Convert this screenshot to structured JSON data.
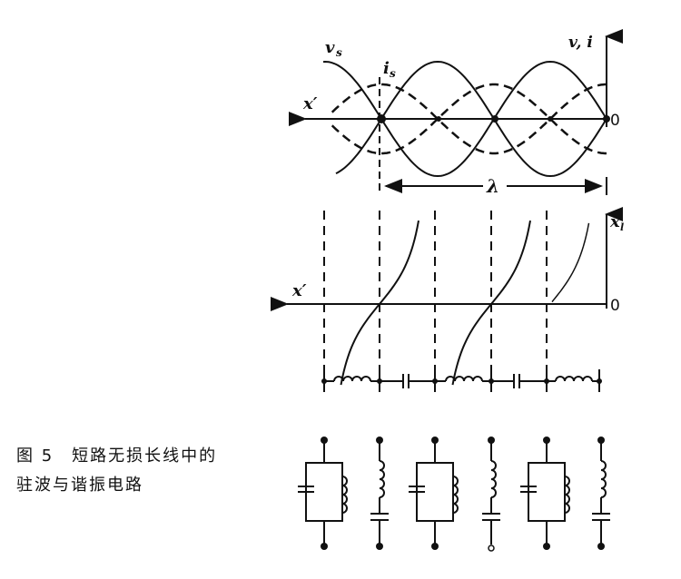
{
  "figure": {
    "caption_line1": "图 5　短路无损长线中的",
    "caption_line2": "驻波与谐振电路",
    "top_plot": {
      "label_vs": "v",
      "label_vs_sub": "s",
      "label_is": "i",
      "label_is_sub": "s",
      "label_x_prime": "x′",
      "label_vi": "v, i",
      "label_zero": "0",
      "label_lambda": "λ"
    },
    "bottom_plot": {
      "label_x_prime": "x′",
      "label_xl": "x",
      "label_xl_sub": "l",
      "label_zero": "0"
    },
    "colors": {
      "ink": "#111111",
      "background": "#ffffff"
    }
  }
}
